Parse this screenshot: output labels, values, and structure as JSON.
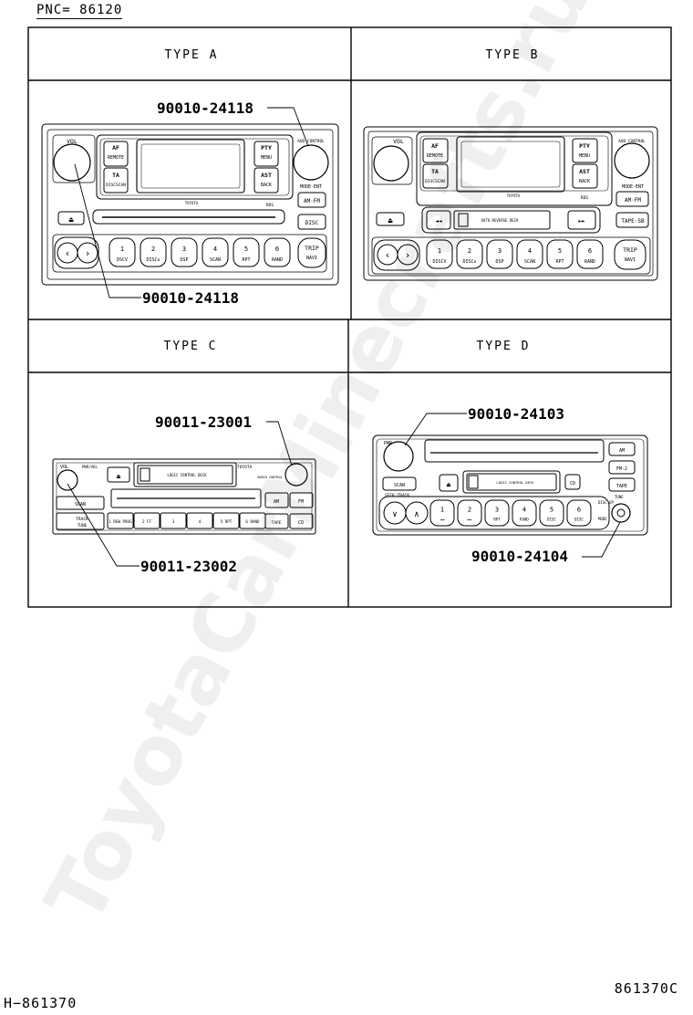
{
  "header": {
    "pnc": "PNC= 86120"
  },
  "types": {
    "a": {
      "title": "TYPE A",
      "part_top": "90010-24118",
      "part_bottom": "90010-24118",
      "labels": {
        "vol": "VOL",
        "af": "AF",
        "remote": "REMOTE",
        "ta": "TA",
        "discscan": "DISCSCAN",
        "pty": "PTY",
        "menu": "MENU",
        "ast": "AST",
        "back": "BACK",
        "audio_control": "AUD CONTROL",
        "mode_ent": "MODE·ENT",
        "am_fm": "AM·FM",
        "disc": "DISC",
        "trip": "TRIP",
        "navi": "NAVI",
        "brand": "TOYOTA",
        "cd_logo": "RDS",
        "presets": [
          {
            "n": "1",
            "s": "DSCV"
          },
          {
            "n": "2",
            "s": "DISC∧"
          },
          {
            "n": "3",
            "s": "DSP"
          },
          {
            "n": "4",
            "s": "SCAN"
          },
          {
            "n": "5",
            "s": "RPT"
          },
          {
            "n": "6",
            "s": "RAND"
          }
        ]
      }
    },
    "b": {
      "title": "TYPE B",
      "labels": {
        "vol": "VOL",
        "af": "AF",
        "remote": "REMOTE",
        "ta": "TA",
        "discscan": "DISCSCAN",
        "pty": "PTY",
        "menu": "MENU",
        "ast": "AST",
        "back": "BACK",
        "audio_control": "AUD CONTROL",
        "mode_ent": "MODE·ENT",
        "am_fm": "AM·FM",
        "tape_sb": "TAPE·SB",
        "trip": "TRIP",
        "navi": "NAVI",
        "brand": "TOYOTA",
        "cd_logo": "RDS",
        "cassette": "AUTO REVERSE DECK",
        "presets": [
          {
            "n": "1",
            "s": "DISCV"
          },
          {
            "n": "2",
            "s": "DISC∧"
          },
          {
            "n": "3",
            "s": "DSP"
          },
          {
            "n": "4",
            "s": "SCAN"
          },
          {
            "n": "5",
            "s": "RPT"
          },
          {
            "n": "6",
            "s": "RAND"
          }
        ]
      }
    },
    "c": {
      "title": "TYPE C",
      "part_top": "90011-23001",
      "part_bottom": "90011-23002",
      "labels": {
        "vol": "VOL",
        "power": "PWR/VOL",
        "brand": "TOYOTA",
        "cassette": "LOGIC CONTROL DECK",
        "audio_control": "AUDIO CONTROL",
        "scan": "SCAN",
        "track": "TRACK",
        "tune": "TUNE",
        "am": "AM",
        "fm": "FM",
        "tape": "TAPE",
        "cd": "CD",
        "presets": [
          "1 REW PROG",
          "2 FF",
          "3",
          "4",
          "5 RPT",
          "6 RAND"
        ]
      }
    },
    "d": {
      "title": "TYPE D",
      "part_top": "90010-24103",
      "part_bottom": "90010-24104",
      "labels": {
        "pwr": "PWR",
        "scan": "SCAN",
        "am": "AM",
        "fm": "FM·2",
        "tape": "TAPE",
        "cd": "CD",
        "cassette": "LOGIC CONTROL DECK",
        "seek_track": "SEEK·TRACK",
        "tune": "TUNE",
        "disc_up": "DISC UP",
        "mode": "MODE",
        "presets": [
          {
            "n": "1",
            "s": "◄◄"
          },
          {
            "n": "2",
            "s": "►►"
          },
          {
            "n": "3",
            "s": "RPT"
          },
          {
            "n": "4",
            "s": "RAND"
          },
          {
            "n": "5",
            "s": "DISC"
          },
          {
            "n": "6",
            "s": "DISC"
          }
        ]
      }
    }
  },
  "footer": {
    "left": "H−861370",
    "right": "861370C"
  },
  "watermark": "ToyotaCarMinecrafts.ru"
}
